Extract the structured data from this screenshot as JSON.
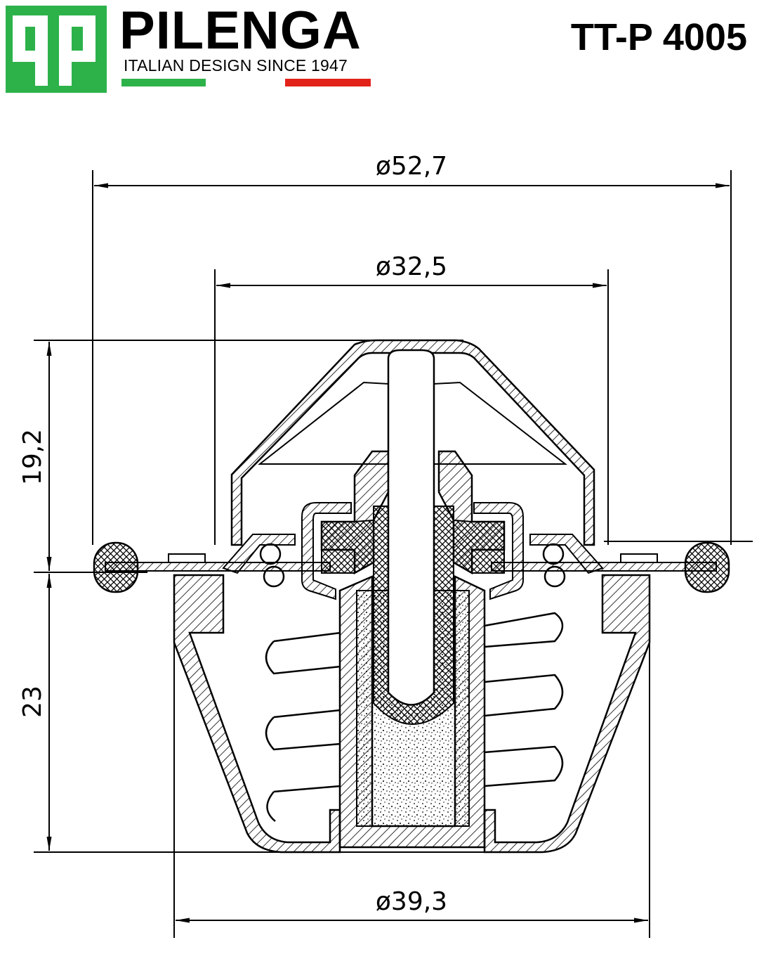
{
  "header": {
    "brand": "PILENGA",
    "tagline": "ITALIAN DESIGN SINCE 1947",
    "part_number": "TT-P 4005",
    "logo_icon": "qp-logo-icon",
    "colors": {
      "brand_green": "#2db24a",
      "italy_green": "#2db24a",
      "italy_red": "#e2231a",
      "ink": "#000000"
    }
  },
  "drawing": {
    "dimensions": {
      "flange_diameter": "ø52,7",
      "valve_diameter": "ø32,5",
      "upper_height": "19,2",
      "lower_height": "23",
      "body_diameter": "ø39,3"
    }
  }
}
